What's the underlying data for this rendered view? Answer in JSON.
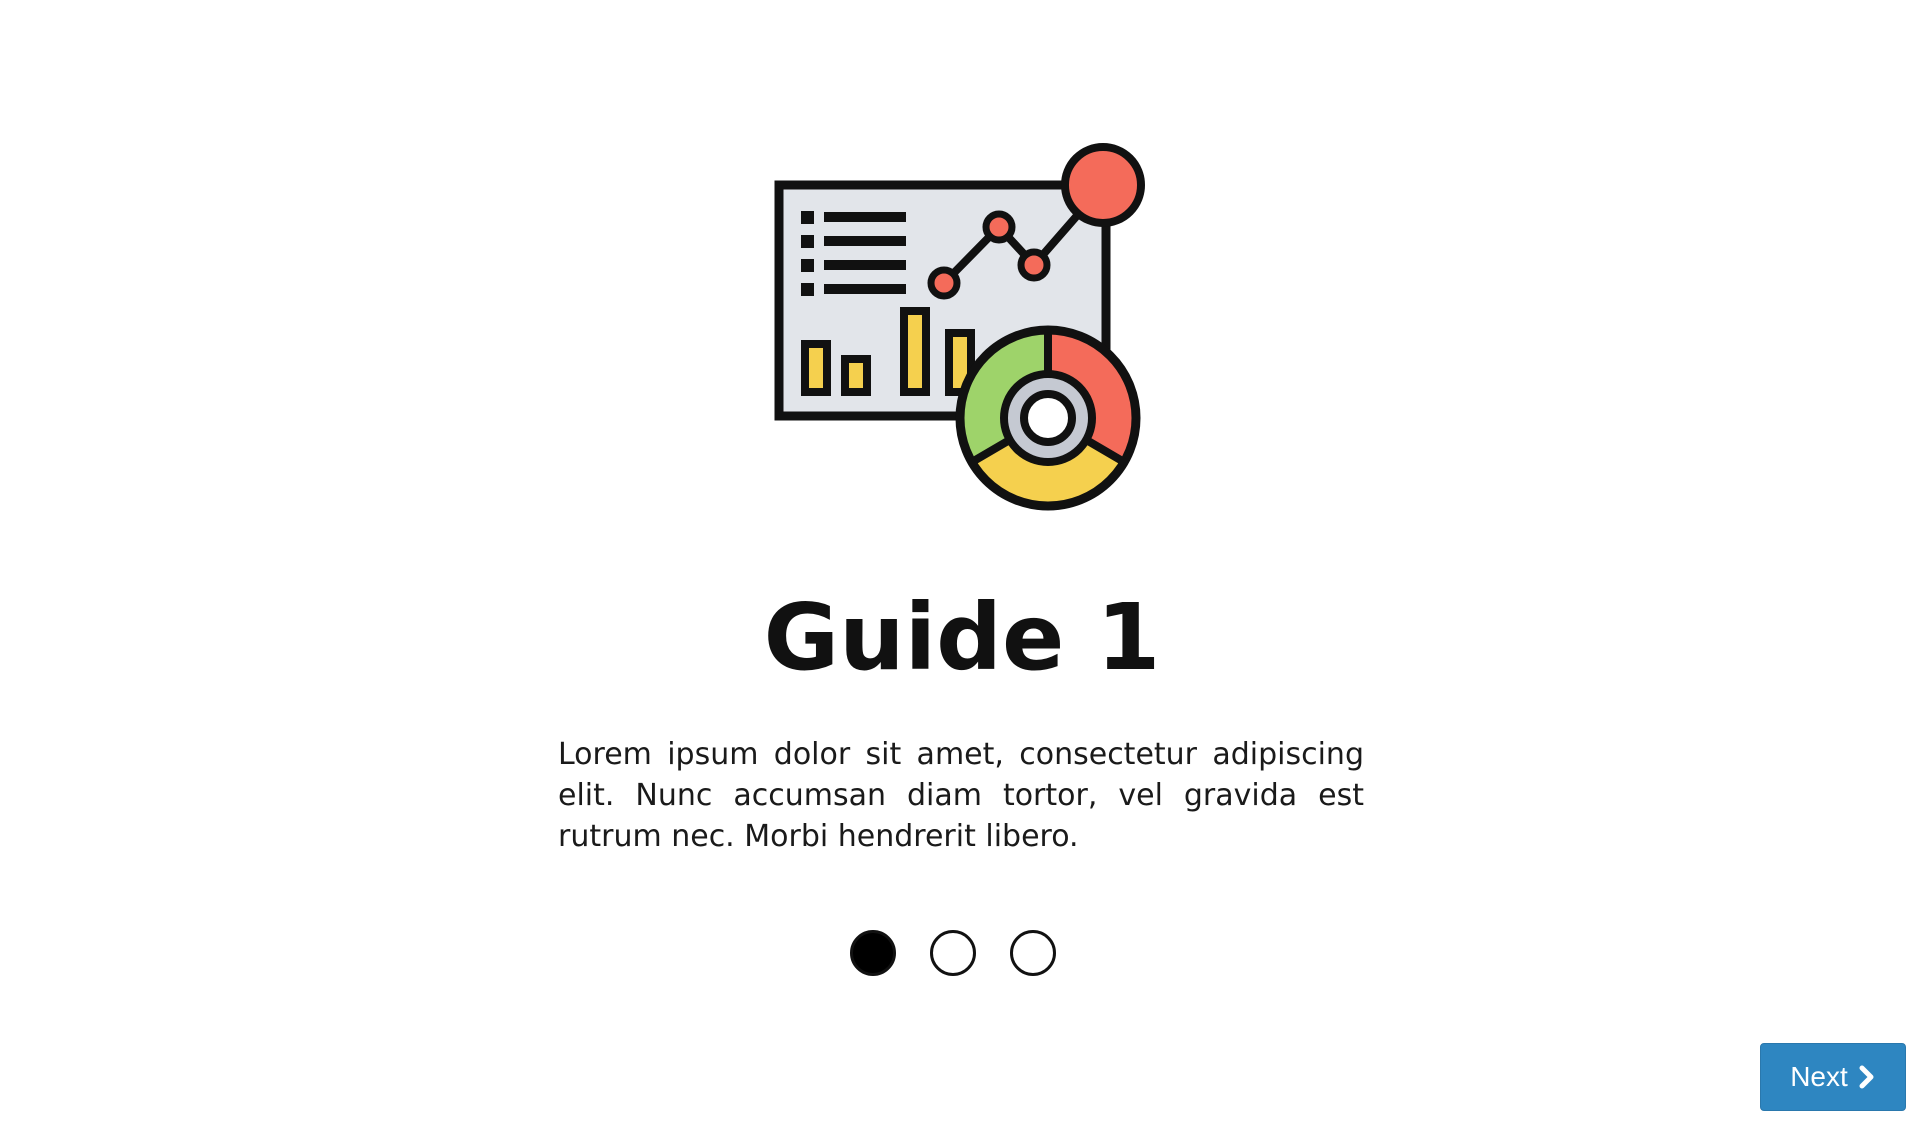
{
  "guide": {
    "title": "Guide 1",
    "description": "Lorem ipsum dolor sit amet, consectetur adipiscing elit. Nunc accumsan diam tortor, vel gravida est rutrum nec. Morbi hendrerit libero.",
    "illustration_icon": "dashboard-analytics-icon"
  },
  "pagination": {
    "total": 3,
    "active_index": 0
  },
  "navigation": {
    "next_label": "Next",
    "next_icon": "chevron-right-icon",
    "button_color": "#2e86c1"
  },
  "colors": {
    "accent_red": "#f46b5a",
    "accent_green": "#9ed36a",
    "accent_yellow": "#f5d04e",
    "panel_gray": "#e2e5ea",
    "ring_gray": "#c5c9d2"
  }
}
